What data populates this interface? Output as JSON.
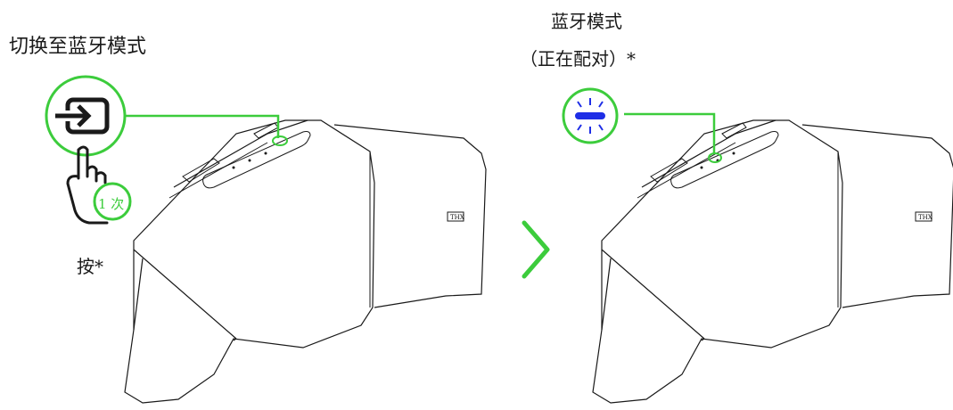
{
  "step1": {
    "label": "切换至蓝牙模式",
    "press_label": "按*",
    "press_count": "1 次",
    "button_icon": "input-switch-icon",
    "hand_icon": "pointing-hand-icon"
  },
  "step2": {
    "title": "蓝牙模式",
    "subtitle": "（正在配对）*",
    "led_icon": "led-blinking-blue-icon"
  },
  "arrow_icon": "chevron-right-icon",
  "device_logo_text": "THX",
  "colors": {
    "highlight": "#3ccc3c",
    "led_blue": "#1e2ee6",
    "outline": "#1a1a1a",
    "text": "#1a1a1a"
  }
}
